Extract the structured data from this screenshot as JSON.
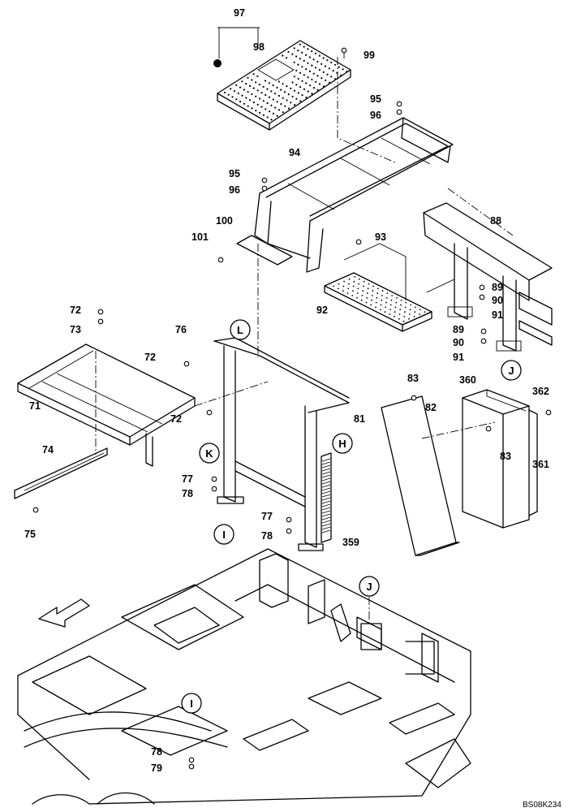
{
  "drawing_ref": "BS08K234",
  "part_labels": [
    "97",
    "98",
    "99",
    "95",
    "96",
    "94",
    "95",
    "96",
    "100",
    "101",
    "93",
    "88",
    "89",
    "90",
    "91",
    "92",
    "89",
    "90",
    "91",
    "72",
    "73",
    "76",
    "72",
    "72",
    "71",
    "81",
    "83",
    "360",
    "362",
    "82",
    "83",
    "361",
    "74",
    "77",
    "78",
    "359",
    "77",
    "78",
    "75",
    "78",
    "79"
  ],
  "detail_markers": [
    "L",
    "H",
    "K",
    "J",
    "I",
    "J",
    "I"
  ],
  "colors": {
    "line": "#000000",
    "background": "#ffffff"
  }
}
